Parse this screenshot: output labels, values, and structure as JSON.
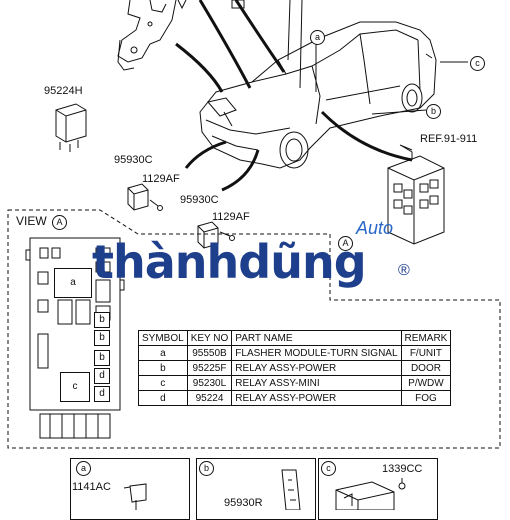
{
  "labels": {
    "part_95224H": "95224H",
    "part_95930C_left": "95930C",
    "part_1129AF_left": "1129AF",
    "part_95930C_center": "95930C",
    "part_1129AF_center": "1129AF",
    "ref": "REF.91-911",
    "view": "VIEW",
    "view_letter": "A",
    "callout_a": "a",
    "callout_b": "b",
    "callout_c": "c",
    "arrow_a": "A"
  },
  "fuse_box_labels": [
    "a",
    "b",
    "b",
    "b",
    "c",
    "d",
    "d"
  ],
  "table": {
    "headers": [
      "SYMBOL",
      "KEY NO",
      "PART NAME",
      "REMARK"
    ],
    "rows": [
      {
        "symbol": "a",
        "key": "95550B",
        "name": "FLASHER MODULE-TURN SIGNAL",
        "remark": "F/UNIT"
      },
      {
        "symbol": "b",
        "key": "95225F",
        "name": "RELAY ASSY-POWER",
        "remark": "DOOR"
      },
      {
        "symbol": "c",
        "key": "95230L",
        "name": "RELAY ASSY-MINI",
        "remark": "P/WDW"
      },
      {
        "symbol": "d",
        "key": "95224",
        "name": "RELAY ASSY-POWER",
        "remark": "FOG"
      }
    ]
  },
  "details": {
    "a": {
      "letter": "a",
      "part": "1141AC"
    },
    "b": {
      "letter": "b",
      "part": "95930R"
    },
    "c": {
      "letter": "c",
      "part": "1339CC"
    }
  },
  "watermark": {
    "brand": "thànhdũng",
    "auto": "Auto",
    "reg": "®"
  },
  "colors": {
    "brand_dark": "#1e3f8c",
    "brand_light": "#2a67c9"
  }
}
